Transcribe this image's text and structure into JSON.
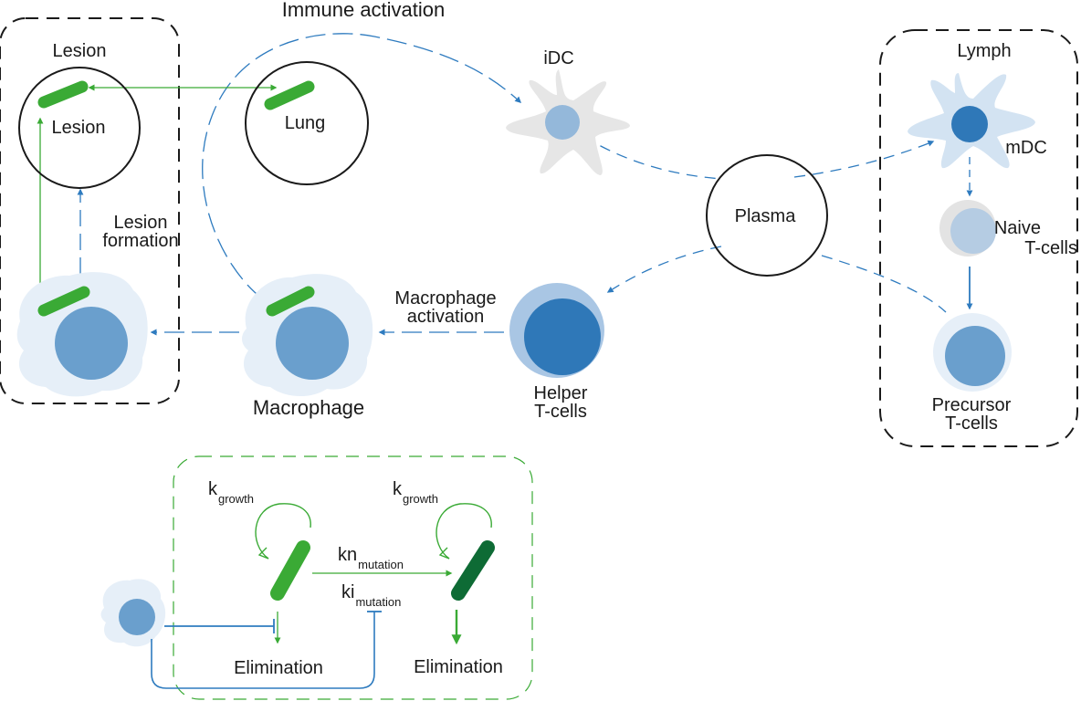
{
  "labels": {
    "immune_activation": "Immune activation",
    "lesion_box": "Lesion",
    "lesion_circle": "Lesion",
    "lung": "Lung",
    "idc": "iDC",
    "lymph": "Lymph",
    "mdc": "mDC",
    "plasma": "Plasma",
    "naive_line1": "Naive",
    "naive_line2": "T-cells",
    "lesion_formation_line1": "Lesion",
    "lesion_formation_line2": "formation",
    "macrophage_activation_line1": "Macrophage",
    "macrophage_activation_line2": "activation",
    "macrophage": "Macrophage",
    "helper_line1": "Helper",
    "helper_line2": "T-cells",
    "precursor_line1": "Precursor",
    "precursor_line2": "T-cells",
    "k_growth_1_main": "k",
    "k_growth_1_sub": "growth",
    "k_growth_2_main": "k",
    "k_growth_2_sub": "growth",
    "kn_main": "kn",
    "kn_sub": "mutation",
    "ki_main": "ki",
    "ki_sub": "mutation",
    "elimination_1": "Elimination",
    "elimination_2": "Elimination"
  },
  "colors": {
    "green": "#3aaa35",
    "dark_green": "#0e6b35",
    "blue_line": "#2e7bbf",
    "cell_blue": "#6a9fcd",
    "dark_blue": "#2f78b8",
    "light_blue_body": "#e6eff8",
    "grey_body": "#e6e6e6"
  }
}
